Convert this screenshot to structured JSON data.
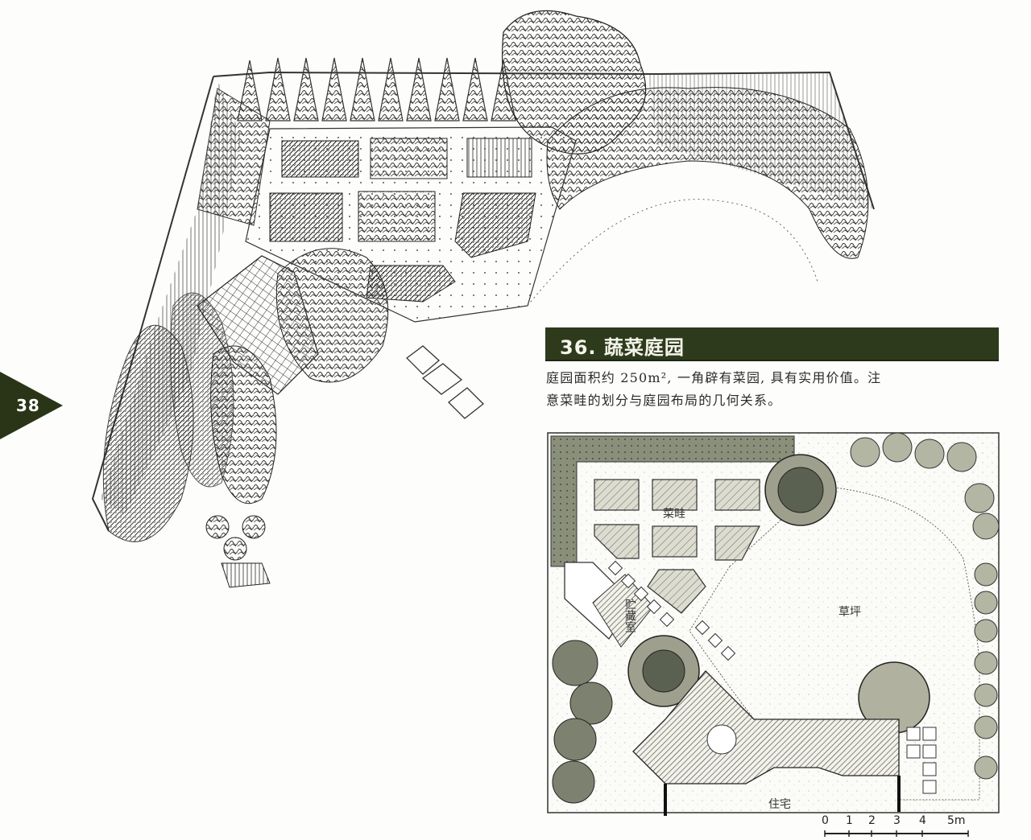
{
  "page": {
    "number": "38",
    "tab_color": "#2a3518"
  },
  "section": {
    "title": "36. 蔬菜庭园",
    "title_bar_color": "#2d3a1c",
    "description_line1": "庭园面积约 250m², 一角辟有菜园, 具有实用价值。注",
    "description_line2": "意菜畦的划分与庭园布局的几何关系。"
  },
  "plan": {
    "labels": {
      "vegetable_beds": "菜畦",
      "storage": "贮藏室",
      "lawn": "草坪",
      "house": "住宅"
    },
    "scale_bar": {
      "ticks": [
        "0",
        "1",
        "2",
        "3",
        "4",
        "5m"
      ]
    },
    "colors": {
      "foliage": "#a9ad9a",
      "dark_foliage": "#5b6150",
      "hatch": "#3a3a32",
      "line": "#222222"
    }
  },
  "sketch": {
    "caption": ""
  }
}
